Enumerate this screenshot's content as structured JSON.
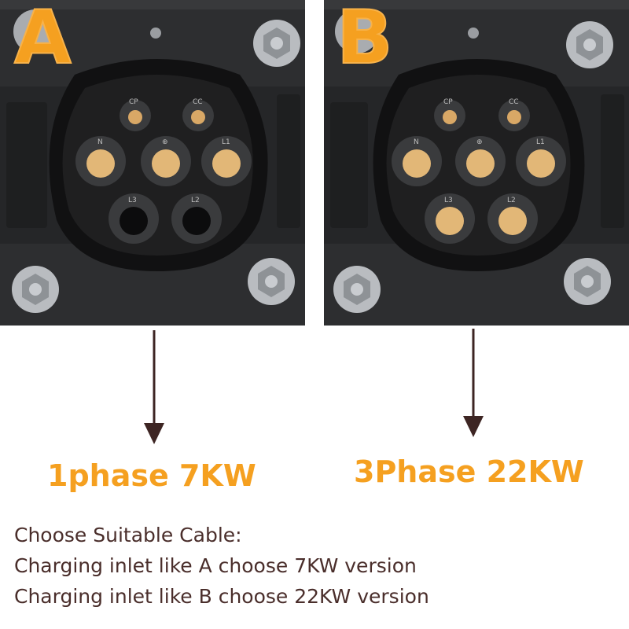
{
  "colors": {
    "accent": "#f5a020",
    "text": "#4a2e2b",
    "arrow": "#3d2523",
    "plate": "#2e2f31",
    "inlet": "#1b1b1c",
    "copper": "#d9a866"
  },
  "panel_a": {
    "letter": "A",
    "pins": {
      "cp": "CP",
      "cc": "CC",
      "n": "N",
      "pe": "⊕",
      "l1": "L1",
      "l2": "L2",
      "l3": "L3"
    }
  },
  "panel_b": {
    "letter": "B",
    "pins": {
      "cp": "CP",
      "cc": "CC",
      "n": "N",
      "pe": "⊕",
      "l1": "L1",
      "l2": "L2",
      "l3": "L3"
    }
  },
  "ratings": {
    "a": "1phase 7KW",
    "b": "3Phase 22KW"
  },
  "instructions": {
    "heading": "Choose Suitable Cable:",
    "line_a": "Charging inlet like A choose 7KW version",
    "line_b": "Charging inlet like B choose 22KW version"
  }
}
